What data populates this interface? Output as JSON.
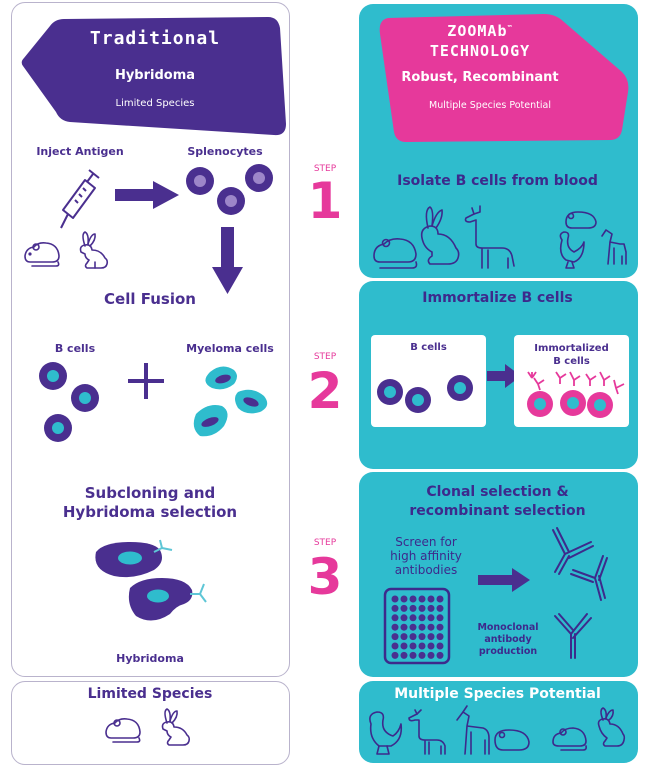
{
  "traditional": {
    "brand": "Traditional",
    "title": "Hybridoma",
    "subtitle": "Limited Species",
    "inject_label": "Inject Antigen",
    "splenocytes_label": "Splenocytes",
    "cell_fusion_heading": "Cell Fusion",
    "b_cells_label": "B cells",
    "myeloma_label": "Myeloma cells",
    "plus_symbol": "+",
    "subcloning_heading_line1": "Subcloning and",
    "subcloning_heading_line2": "Hybridoma selection",
    "hybridoma_label": "Hybridoma",
    "bottom_heading": "Limited Species",
    "bottom_animals": [
      "mouse-icon",
      "rabbit-icon"
    ]
  },
  "steps": [
    {
      "label": "STEP",
      "number": "1"
    },
    {
      "label": "STEP",
      "number": "2"
    },
    {
      "label": "STEP",
      "number": "3"
    }
  ],
  "zoomab": {
    "brand_line1": "ZOOMAb",
    "trademark": "™",
    "brand_line2": "TECHNOLOGY",
    "title": "Robust, Recombinant",
    "subtitle": "Multiple Species Potential",
    "step1_heading": "Isolate B cells from blood",
    "step1_animals": [
      "mouse-icon",
      "rabbit-icon",
      "llama-icon",
      "guinea-pig-icon",
      "chicken-icon",
      "goat-icon"
    ],
    "step2_heading": "Immortalize B cells",
    "step2_b_cells_label": "B cells",
    "step2_immortalized_line1": "Immortalized",
    "step2_immortalized_line2": "B cells",
    "step3_heading_line1": "Clonal selection &",
    "step3_heading_line2": "recombinant selection",
    "screen_line1": "Screen for",
    "screen_line2": "high affinity",
    "screen_line3": "antibodies",
    "mono_line1": "Monoclonal",
    "mono_line2": "antibody",
    "mono_line3": "production",
    "bottom_heading": "Multiple Species Potential",
    "bottom_animals": [
      "chicken-icon",
      "llama-icon",
      "goat-icon",
      "guinea-pig-icon",
      "mouse-icon",
      "rabbit-icon"
    ]
  },
  "colors": {
    "purple": "#4a2f8f",
    "teal": "#2fbccd",
    "pink": "#e6399b",
    "light_purple": "#9d86c9"
  }
}
